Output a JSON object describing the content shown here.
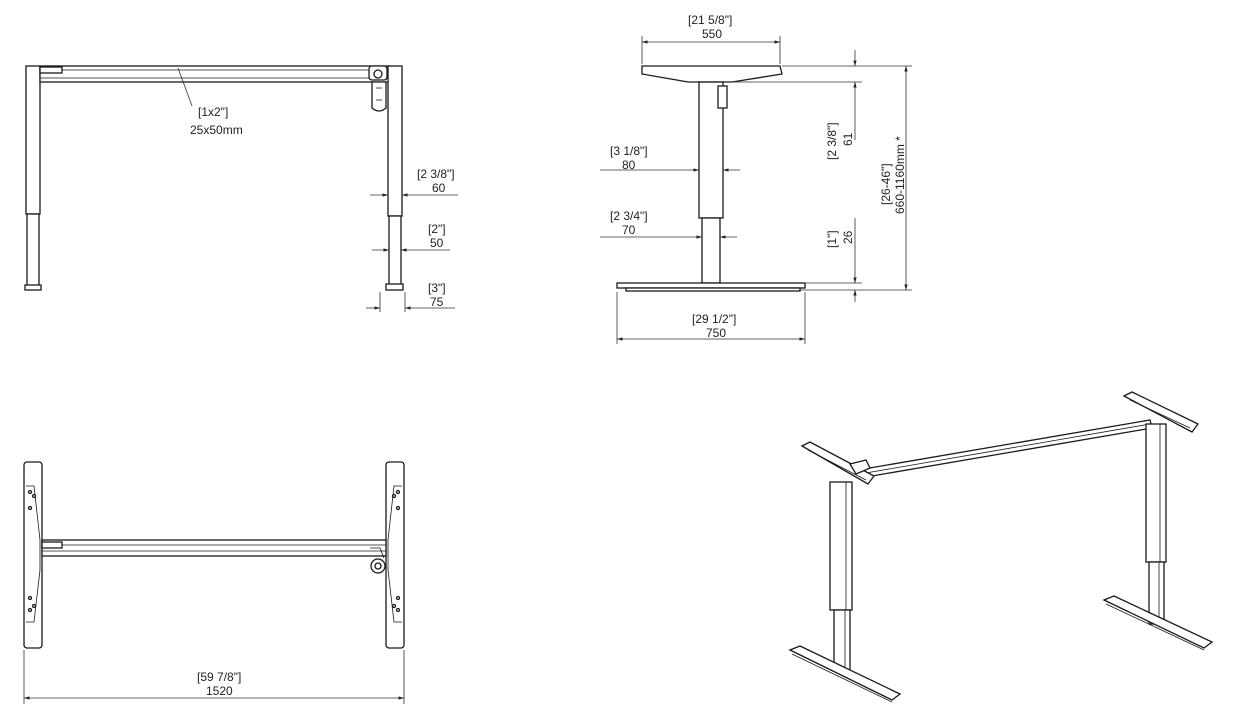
{
  "front_view": {
    "beam_imperial": "[1x2\"]",
    "beam_metric": "25x50mm",
    "upper_col_imperial": "[2 3/8\"]",
    "upper_col_metric": "60",
    "lower_col_imperial": "[2\"]",
    "lower_col_metric": "50",
    "foot_imperial": "[3\"]",
    "foot_metric": "75"
  },
  "side_view": {
    "top_imperial": "[21 5/8\"]",
    "top_metric": "550",
    "plate_imperial": "[2 3/8\"]",
    "plate_metric": "61",
    "col_upper_imperial": "[3 1/8\"]",
    "col_upper_metric": "80",
    "col_lower_imperial": "[2 3/4\"]",
    "col_lower_metric": "70",
    "base_h_imperial": "[1\"]",
    "base_h_metric": "26",
    "height_imperial": "[26-46\"]",
    "height_metric": "660-1160mm *",
    "base_w_imperial": "[29 1/2\"]",
    "base_w_metric": "750"
  },
  "top_view": {
    "width_imperial": "[59 7/8\"]",
    "width_metric": "1520"
  }
}
